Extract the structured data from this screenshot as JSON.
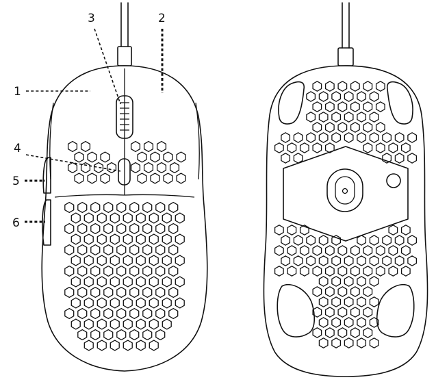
{
  "diagram": {
    "callouts": [
      {
        "id": "1",
        "label": "1"
      },
      {
        "id": "2",
        "label": "2"
      },
      {
        "id": "3",
        "label": "3"
      },
      {
        "id": "4",
        "label": "4"
      },
      {
        "id": "5",
        "label": "5"
      },
      {
        "id": "6",
        "label": "6"
      }
    ],
    "views": [
      "top-view",
      "bottom-view"
    ],
    "colors": {
      "line": "#111111",
      "background": "#ffffff"
    }
  }
}
